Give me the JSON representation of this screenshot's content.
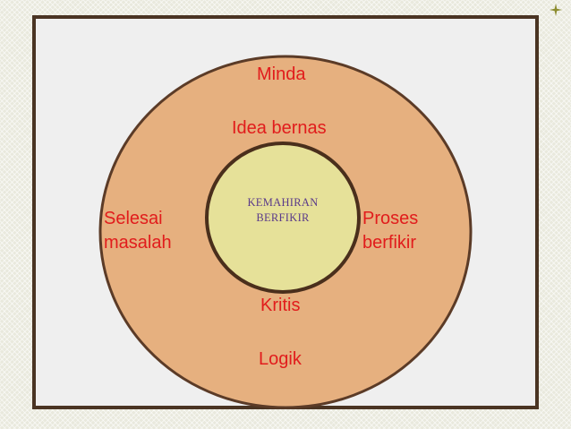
{
  "colors": {
    "outer_circle_fill": "#e6b07f",
    "outer_circle_border": "#5b3b27",
    "inner_circle_fill": "#e6e199",
    "inner_circle_border": "#4a2f1c",
    "label_text": "#e11c1c",
    "center_text": "#5a3a8a",
    "frame_border": "#4a3423",
    "corner_mark": "#8c8c2f"
  },
  "center": {
    "line1": "KEMAHIRAN",
    "line2": "BERFIKIR"
  },
  "labels": {
    "top_outer": "Minda",
    "top_inner": "Idea bernas",
    "left_line1": "Selesai",
    "left_line2": "masalah",
    "right_line1": "Proses",
    "right_line2": "berfikir",
    "bottom_inner": "Kritis",
    "bottom_outer": "Logik"
  }
}
